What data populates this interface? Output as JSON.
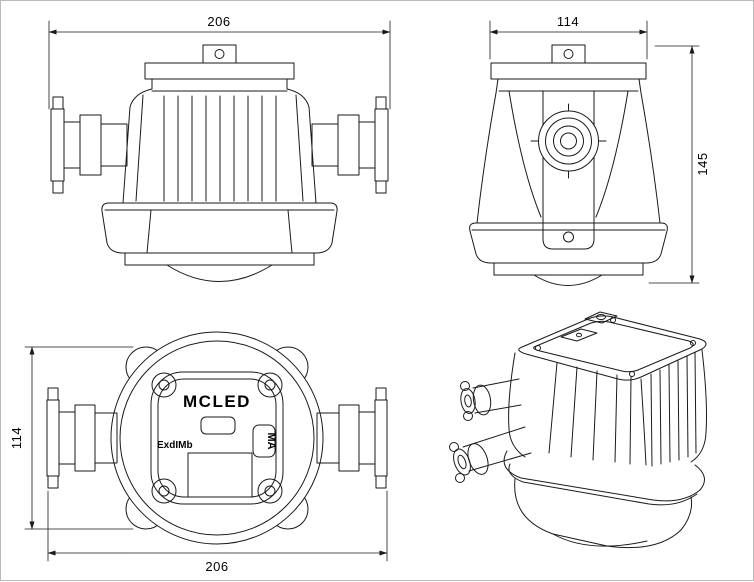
{
  "dimensions": {
    "front_width": "206",
    "side_width": "114",
    "side_height": "145",
    "bottom_height": "114",
    "bottom_width": "206"
  },
  "labels": {
    "product": "MCLED",
    "ex_marking": "ExdIMb",
    "cert_mark": "MA"
  },
  "colors": {
    "line": "#1a1a1a",
    "background": "#ffffff"
  }
}
